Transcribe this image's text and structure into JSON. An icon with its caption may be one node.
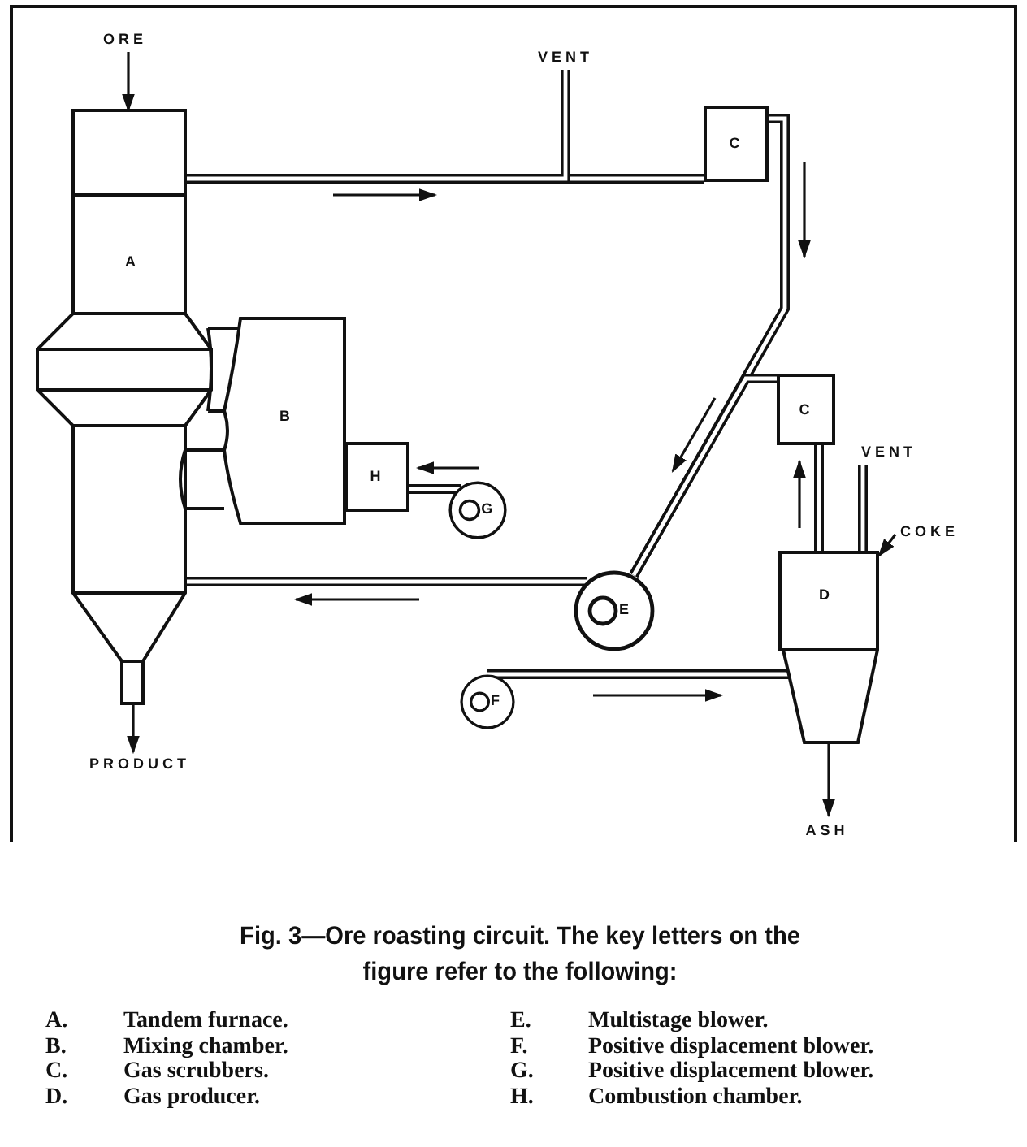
{
  "diagram": {
    "caption": "Fig. 3—Ore roasting circuit. The key letters on the figure refer to the following:",
    "nodes": [
      {
        "text": [
          "ORE"
        ]
      },
      {
        "text": [
          "A"
        ]
      },
      {
        "text": [
          "B"
        ]
      },
      {
        "text": [
          "H"
        ]
      },
      {
        "text": [
          "G"
        ]
      },
      {
        "text": [
          "VENT"
        ]
      },
      {
        "text": [
          "C"
        ]
      },
      {
        "text": [
          "C"
        ]
      },
      {
        "text": [
          "VENT"
        ]
      },
      {
        "text": [
          "COKE"
        ]
      },
      {
        "text": [
          "D"
        ]
      },
      {
        "text": [
          "E"
        ]
      },
      {
        "text": [
          "F"
        ]
      },
      {
        "text": [
          "PRODUCT"
        ]
      },
      {
        "text": [
          "ASH"
        ]
      }
    ],
    "edges": [
      {
        "from": 0,
        "to": 1,
        "arrow": "to"
      },
      {
        "from": 1,
        "to": 13,
        "arrow": "to"
      },
      {
        "from": 1,
        "to": 6,
        "arrow": "none"
      },
      {
        "from": 1,
        "to": 5,
        "arrow": "none"
      },
      {
        "from": 6,
        "to": 11,
        "arrow": "none"
      },
      {
        "from": 7,
        "to": 11,
        "arrow": "none"
      },
      {
        "from": 10,
        "to": 7,
        "arrow": "none"
      },
      {
        "from": 10,
        "to": 8,
        "arrow": "none"
      },
      {
        "from": 9,
        "to": 10,
        "arrow": "to"
      },
      {
        "from": 11,
        "to": 1,
        "arrow": "none"
      },
      {
        "from": 12,
        "to": 10,
        "arrow": "none"
      },
      {
        "from": 4,
        "to": 3,
        "arrow": "none"
      },
      {
        "from": 10,
        "to": 14,
        "arrow": "to"
      }
    ],
    "labels": [
      "A.",
      "Tandem furnace.",
      "E.",
      "Multistage blower.",
      "B.",
      "Mixing chamber.",
      "F.",
      "Positive displacement blower.",
      "C.",
      "Gas scrubbers.",
      "G.",
      "Positive displacement blower.",
      "D.",
      "Gas producer.",
      "H.",
      "Combustion chamber."
    ]
  }
}
